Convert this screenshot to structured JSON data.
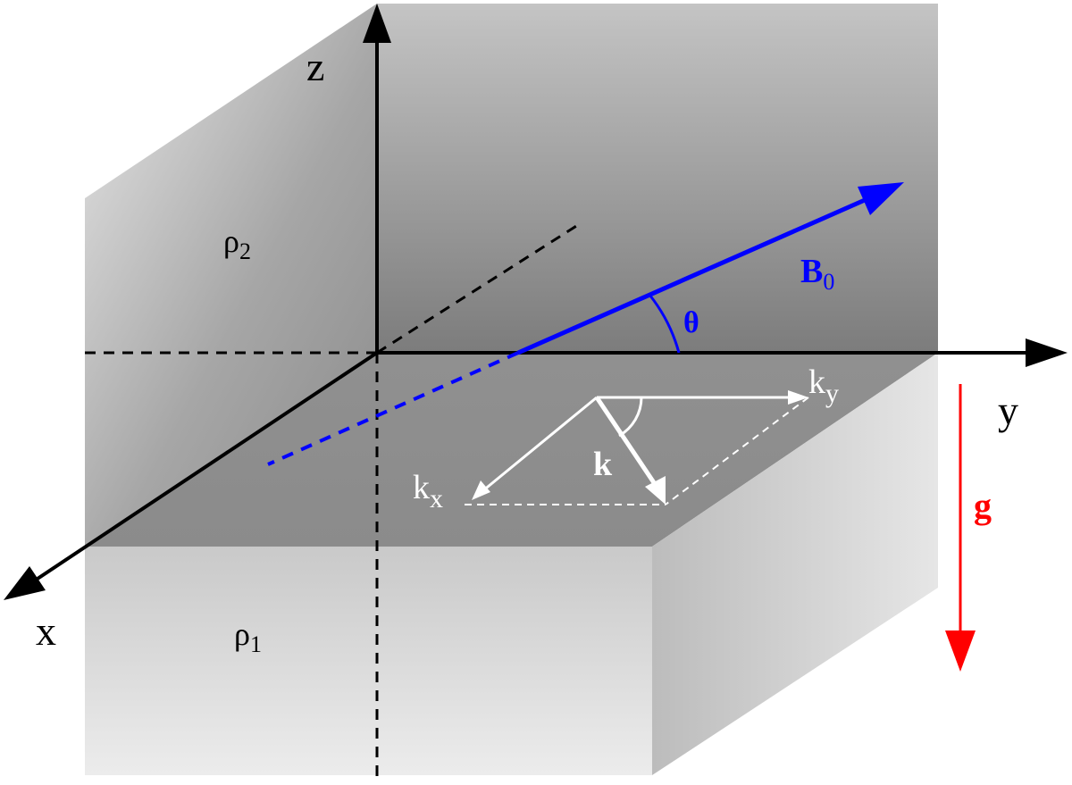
{
  "colors": {
    "field": "#0000ff",
    "gravity": "#ff0000",
    "axes": "#000000",
    "wavevector": "#ffffff"
  },
  "axes": {
    "x": "x",
    "y": "y",
    "z": "z"
  },
  "regions": {
    "upper": {
      "symbol": "ρ",
      "subscript": "2"
    },
    "lower": {
      "symbol": "ρ",
      "subscript": "1"
    }
  },
  "field": {
    "symbol": "B",
    "subscript": "0",
    "angle": "θ"
  },
  "gravity": {
    "symbol": "g"
  },
  "wavevector": {
    "symbol": "k",
    "x_component": {
      "symbol": "k",
      "subscript": "x"
    },
    "y_component": {
      "symbol": "k",
      "subscript": "y"
    }
  }
}
